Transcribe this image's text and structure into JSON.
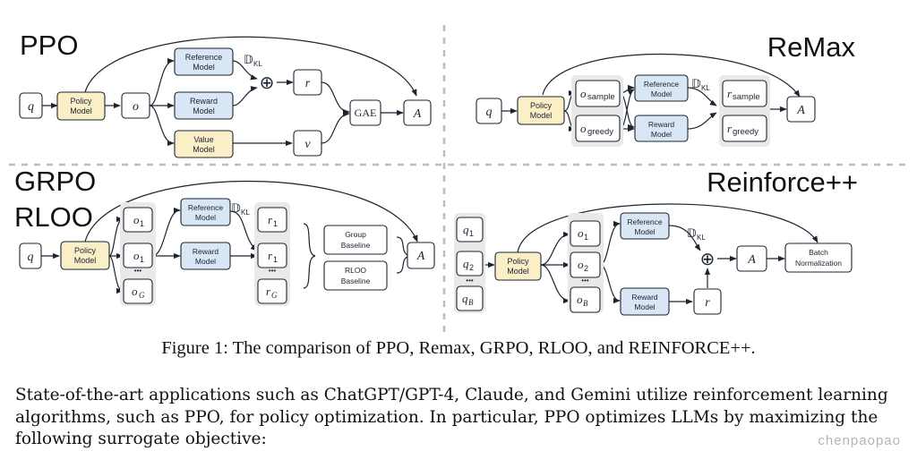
{
  "panels": {
    "ppo": {
      "heading": "PPO",
      "q": "q",
      "policy": [
        "Policy",
        "Model"
      ],
      "o": "o",
      "reference": [
        "Reference",
        "Model"
      ],
      "reward": [
        "Reward",
        "Model"
      ],
      "value": [
        "Value",
        "Model"
      ],
      "kl": "𝔻",
      "kl_sub": "KL",
      "oplus": "⊕",
      "r": "r",
      "v": "v",
      "gae": "GAE",
      "A": "A"
    },
    "remax": {
      "heading": "ReMax",
      "q": "q",
      "policy": [
        "Policy",
        "Model"
      ],
      "o_sample": "o",
      "o_sample_sub": "sample",
      "o_greedy": "o",
      "o_greedy_sub": "greedy",
      "reference": [
        "Reference",
        "Model"
      ],
      "reward": [
        "Reward",
        "Model"
      ],
      "kl": "𝔻",
      "kl_sub": "KL",
      "r_sample": "r",
      "r_sample_sub": "sample",
      "r_greedy": "r",
      "r_greedy_sub": "greedy",
      "A": "A"
    },
    "grpo": {
      "heading_1": "GRPO",
      "heading_2": "RLOO",
      "q": "q",
      "policy": [
        "Policy",
        "Model"
      ],
      "o1": "o",
      "o1_sub": "1",
      "o2": "o",
      "o2_sub": "1",
      "og": "o",
      "og_sub": "G",
      "dots": "•••",
      "reference": [
        "Reference",
        "Model"
      ],
      "reward": [
        "Reward",
        "Model"
      ],
      "kl": "𝔻",
      "kl_sub": "KL",
      "r1": "r",
      "r1_sub": "1",
      "r2": "r",
      "r2_sub": "1",
      "rg": "r",
      "rg_sub": "G",
      "group_baseline": [
        "Group",
        "Baseline"
      ],
      "rloo_baseline": [
        "RLOO",
        "Baseline"
      ],
      "A": "A"
    },
    "reinforce": {
      "heading": "Reinforce++",
      "q1": "q",
      "q1_sub": "1",
      "q2": "q",
      "q2_sub": "2",
      "qb": "q",
      "qb_sub": "B",
      "dots": "•••",
      "policy": [
        "Policy",
        "Model"
      ],
      "o1": "o",
      "o1_sub": "1",
      "o2": "o",
      "o2_sub": "2",
      "ob": "o",
      "ob_sub": "B",
      "reference": [
        "Reference",
        "Model"
      ],
      "reward": [
        "Reward",
        "Model"
      ],
      "kl": "𝔻",
      "kl_sub": "KL",
      "oplus": "⊕",
      "A": "A",
      "r": "r",
      "batch_norm": [
        "Batch",
        "Normalization"
      ]
    }
  },
  "caption": "Figure 1: The comparison of PPO, Remax, GRPO, RLOO, and REINFORCE++.",
  "body_text": "State-of-the-art applications such as ChatGPT/GPT-4, Claude, and Gemini utilize reinforcement learning algorithms, such as PPO, for policy optimization. In particular, PPO optimizes LLMs by maximizing the following surrogate objective:",
  "watermark": "chenpaopao"
}
